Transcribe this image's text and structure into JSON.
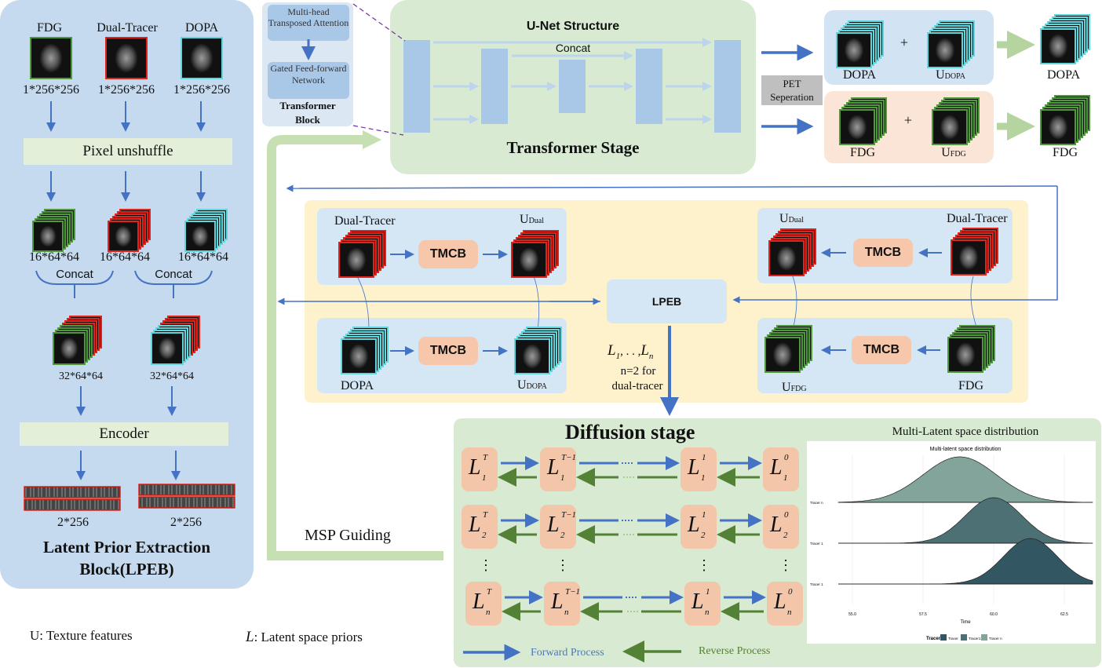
{
  "colors": {
    "panel_blue": "#c5daef",
    "panel_green": "#d9ead3",
    "arrow_blue": "#4472c4",
    "arrow_green": "#538135",
    "tmcb": "#f6c7aa",
    "tracer_green": "#4e9a3a",
    "tracer_red": "#e0241b",
    "tracer_cyan": "#5fd6dc"
  },
  "lpeb": {
    "inputs": [
      {
        "name": "FDG",
        "size": "1*256*256"
      },
      {
        "name": "Dual-Tracer",
        "size": "1*256*256"
      },
      {
        "name": "DOPA",
        "size": "1*256*256"
      }
    ],
    "pixel_unshuffle": "Pixel unshuffle",
    "unshuffled": [
      "16*64*64",
      "16*64*64",
      "16*64*64"
    ],
    "concat": "Concat",
    "concat_sizes": [
      "32*64*64",
      "32*64*64"
    ],
    "encoder": "Encoder",
    "latent_sizes": [
      "2*256",
      "2*256"
    ],
    "title_line1": "Latent Prior Extraction",
    "title_line2": "Block(LPEB)"
  },
  "transformer_block": {
    "mhta": "Multi-head Transposed Attention",
    "gffn": "Gated Feed-forward Network",
    "title_line1": "Transformer",
    "title_line2": "Block"
  },
  "unet": {
    "title": "U-Net Structure",
    "concat": "Concat",
    "stage": "Transformer Stage"
  },
  "pet_sep": "PET Seperation",
  "outputs": {
    "dopa": "DOPA",
    "u_dopa_main": "U",
    "u_dopa_sub": "DOPA",
    "dopa_out": "DOPA",
    "fdg": "FDG",
    "u_fdg_main": "U",
    "u_fdg_sub": "FDG",
    "fdg_out": "FDG",
    "plus": "+"
  },
  "tmcb_section": {
    "dual_tracer": "Dual-Tracer",
    "u_dual_main": "U",
    "u_dual_sub": "Dual",
    "tmcb": "TMCB",
    "dopa": "DOPA",
    "u_dopa_main": "U",
    "u_dopa_sub": "DOPA",
    "fdg": "FDG",
    "u_fdg_main": "U",
    "u_fdg_sub": "FDG",
    "lpeb": "LPEB",
    "latents_main": "L",
    "latents_sub1": "1",
    "latents_dots": ", . . ,",
    "latents_subn": "n",
    "n_line1": "n=2 for",
    "n_line2": "dual-tracer"
  },
  "diffusion": {
    "title": "Diffusion stage",
    "rows": [
      {
        "sub": "1",
        "sups": [
          "T",
          "T−1",
          "1",
          "0"
        ]
      },
      {
        "sub": "2",
        "sups": [
          "T",
          "T−1",
          "1",
          "0"
        ]
      },
      {
        "sub": "n",
        "sups": [
          "T",
          "T−1",
          "1",
          "0"
        ]
      }
    ],
    "latent_letter": "L",
    "vdots": "⋮",
    "forward": "Forward Process",
    "reverse": "Reverse Process"
  },
  "msp": "MSP Guiding",
  "legend": {
    "u_letter": "U",
    "u_text": ": Texture features",
    "l_letter": "L",
    "l_text": ": Latent space priors"
  },
  "plot": {
    "outer_title": "Multi-Latent space distribution",
    "inner_title": "Multi-latent space distribution",
    "x_label": "Time",
    "x_ticks": [
      "55.0",
      "57.5",
      "60.0",
      "62.5"
    ],
    "y_labels": [
      "Tracer n",
      "Tracer 1",
      "Tracer 1"
    ],
    "legend_title": "Tracer",
    "legend_items": [
      "Tracer",
      "Tracer1",
      "Tracer n"
    ]
  },
  "chart_data": {
    "type": "area",
    "title": "Multi-latent space distribution",
    "xlabel": "Time",
    "x_ticks": [
      55.0,
      57.5,
      60.0,
      62.5
    ],
    "xlim": [
      54.5,
      63.5
    ],
    "series": [
      {
        "name": "Tracer n",
        "mean": 58.8,
        "sd": 1.3,
        "color": "#82a49a"
      },
      {
        "name": "Tracer 1",
        "mean": 60.0,
        "sd": 1.0,
        "color": "#4c7073"
      },
      {
        "name": "Tracer 1",
        "mean": 61.3,
        "sd": 0.95,
        "color": "#335762"
      }
    ]
  }
}
